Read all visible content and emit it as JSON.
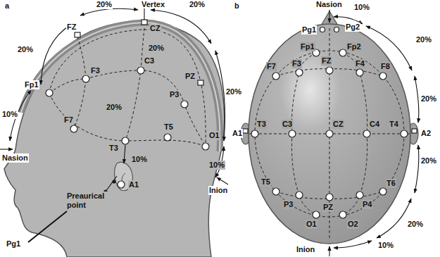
{
  "diagram": {
    "labels": [
      "a",
      "20%",
      "Vertex",
      "20%",
      "FZ",
      "CZ",
      "20%",
      "20%",
      "F3",
      "C3",
      "PZ",
      "20%",
      "P3",
      "Fp1",
      "10%",
      "F7",
      "20%",
      "O1",
      "T3",
      "T5",
      "Nasion",
      "10%",
      "A1",
      "10%",
      "Preaurical point",
      "Inion",
      "Pg1",
      "b",
      "Nasion",
      "10%",
      "Pg1",
      "Pg2",
      "20%",
      "Fp1",
      "Fp2",
      "F7",
      "F3",
      "FZ",
      "F4",
      "F8",
      "20%",
      "A1",
      "T3",
      "C3",
      "CZ",
      "C4",
      "T4",
      "A2",
      "20%",
      "T5",
      "P3",
      "PZ",
      "P4",
      "T6",
      "O1",
      "O2",
      "20%",
      "Inion",
      "10%"
    ]
  }
}
